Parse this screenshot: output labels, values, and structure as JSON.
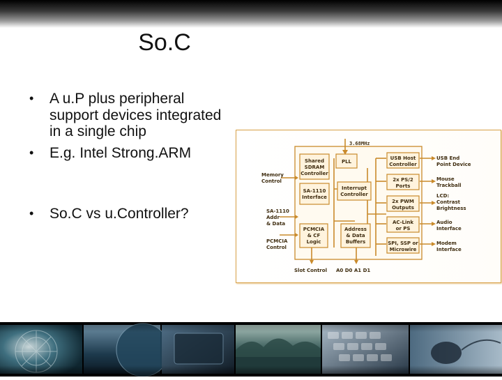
{
  "slide": {
    "title": "So.C",
    "bullets": [
      "A u.P plus peripheral support devices integrated in a single chip",
      "E.g. Intel Strong.ARM",
      "So.C vs u.Controller?"
    ]
  },
  "diagram": {
    "clock": "3.68MHz",
    "blocks": {
      "shared_sdram": [
        "Shared",
        "SDRAM",
        "Controller"
      ],
      "pll": "PLL",
      "sa1110_interface": [
        "SA-1110",
        "Interface"
      ],
      "interrupt_controller": [
        "Interrupt",
        "Controller"
      ],
      "pcmcia_logic": [
        "PCMCIA",
        "& CF",
        "Logic"
      ],
      "address_data_buffers": [
        "Address",
        "& Data",
        "Buffers"
      ],
      "usb_host_controller": [
        "USB Host",
        "Controller"
      ],
      "ps2_ports": [
        "2x PS/2",
        "Ports"
      ],
      "pwm_outputs": [
        "2x PWM",
        "Outputs"
      ],
      "ac_link": [
        "AC-Link",
        "or PS"
      ],
      "spi_ssp": [
        "SPI, SSP or",
        "Microwire"
      ]
    },
    "left_labels": {
      "memory_control": [
        "Memory",
        "Control"
      ],
      "sa1110_addr_data": [
        "SA-1110",
        "Addr",
        "& Data"
      ],
      "pcmcia_control": [
        "PCMCIA",
        "Control"
      ]
    },
    "right_labels": {
      "usb_end_point": [
        "USB End",
        "Point Device"
      ],
      "mouse_trackball": [
        "Mouse",
        "Trackball"
      ],
      "lcd": [
        "LCD:",
        "Contrast",
        "Brightness"
      ],
      "audio_interface": [
        "Audio",
        "Interface"
      ],
      "modem_interface": [
        "Modem",
        "Interface"
      ]
    },
    "bottom_labels": {
      "slot_control": "Slot Control",
      "a0_d0_a1_d1": "A0 D0 A1 D1"
    }
  },
  "colors": {
    "block_border": "#c98a2b",
    "block_fill": "#fff3dd",
    "wire": "#c98a2b",
    "diagram_border": "#d8a24a"
  }
}
